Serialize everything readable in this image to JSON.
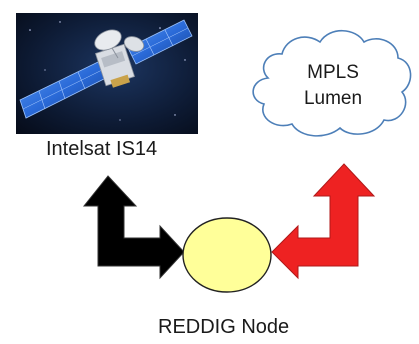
{
  "satellite": {
    "label": "Intelsat IS14",
    "image": "satellite-in-space-photo"
  },
  "cloud": {
    "line1": "MPLS",
    "line2": "Lumen"
  },
  "node": {
    "label": "REDDIG Node",
    "fill": "#ffff99"
  },
  "arrows": {
    "left_color": "#000000",
    "right_color": "#ee2222"
  },
  "colors": {
    "space": "#0b1628",
    "panel": "#2a6ad8"
  }
}
